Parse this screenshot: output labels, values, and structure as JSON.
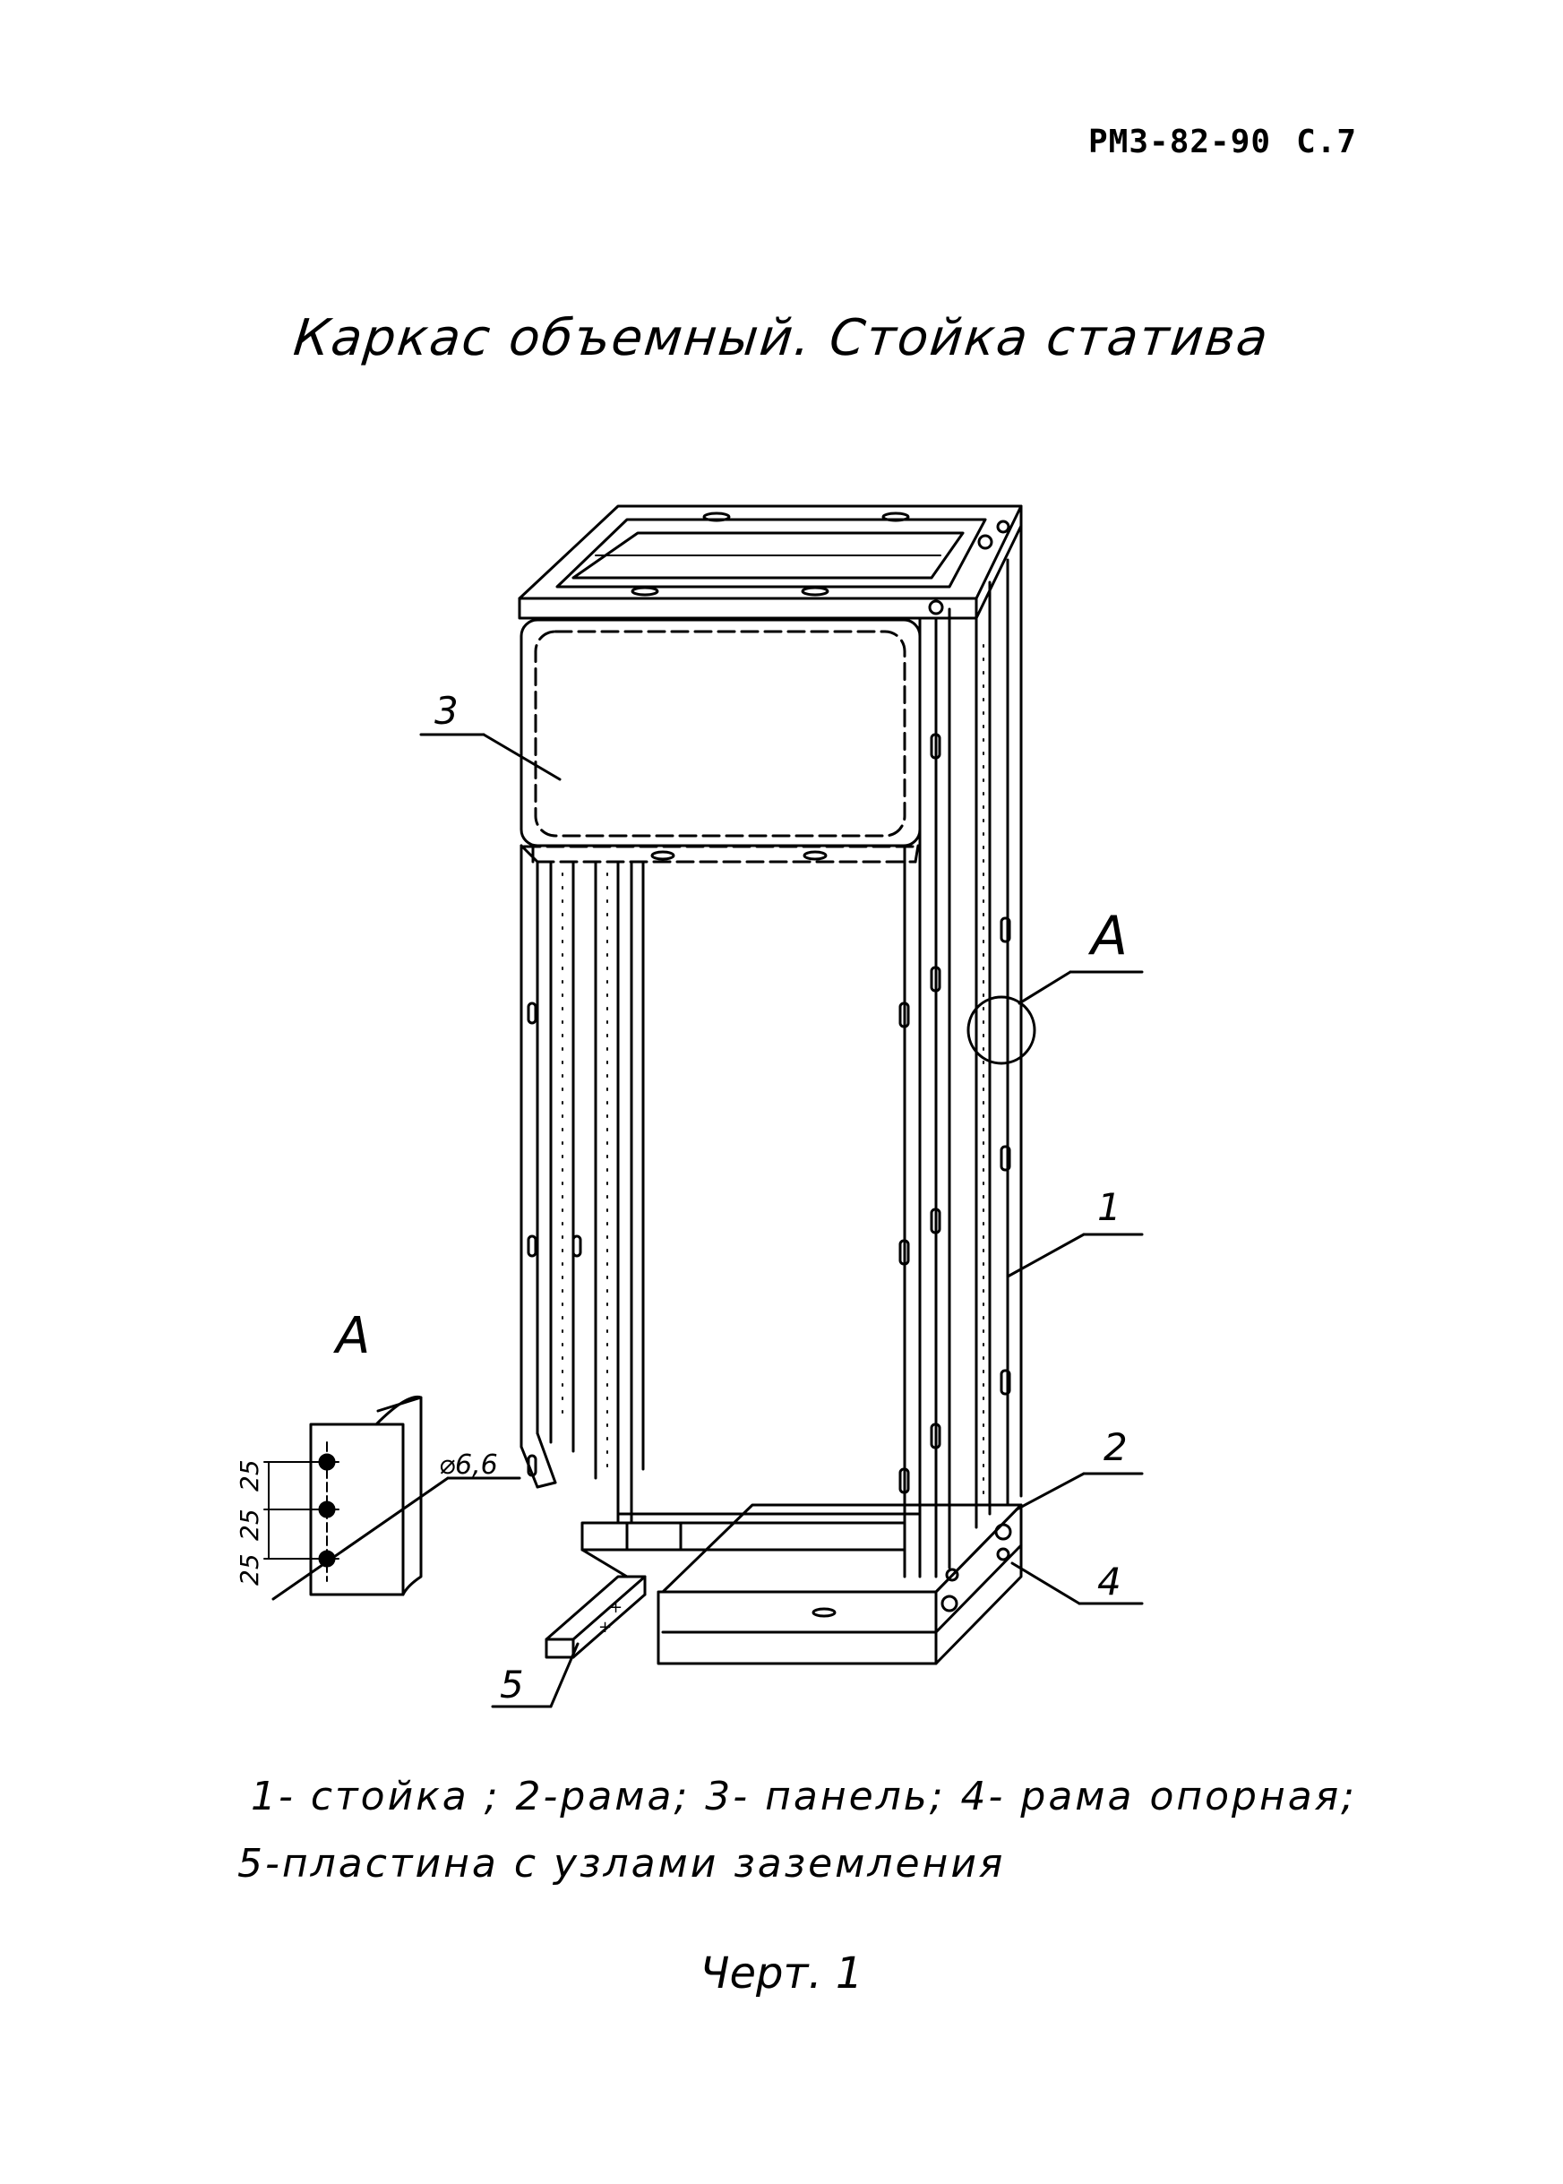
{
  "header": {
    "doc_code": "РМЗ-82-90",
    "page": "С.7"
  },
  "title": "Каркас объемный. Стойка статива",
  "labels": {
    "item1": "1",
    "item2": "2",
    "item3": "3",
    "item4": "4",
    "item5": "5",
    "view_a": "А",
    "detail_a": "А",
    "diameter": "⌀6,6",
    "dim_25_top": "25",
    "dim_25_mid": "25",
    "dim_25_left": "25"
  },
  "legend": {
    "line1": "1- стойка ;  2-рама;  3- панель;  4- рама опорная;",
    "line2": "5-пластина  с узлами  заземления"
  },
  "caption": "Черт. 1"
}
